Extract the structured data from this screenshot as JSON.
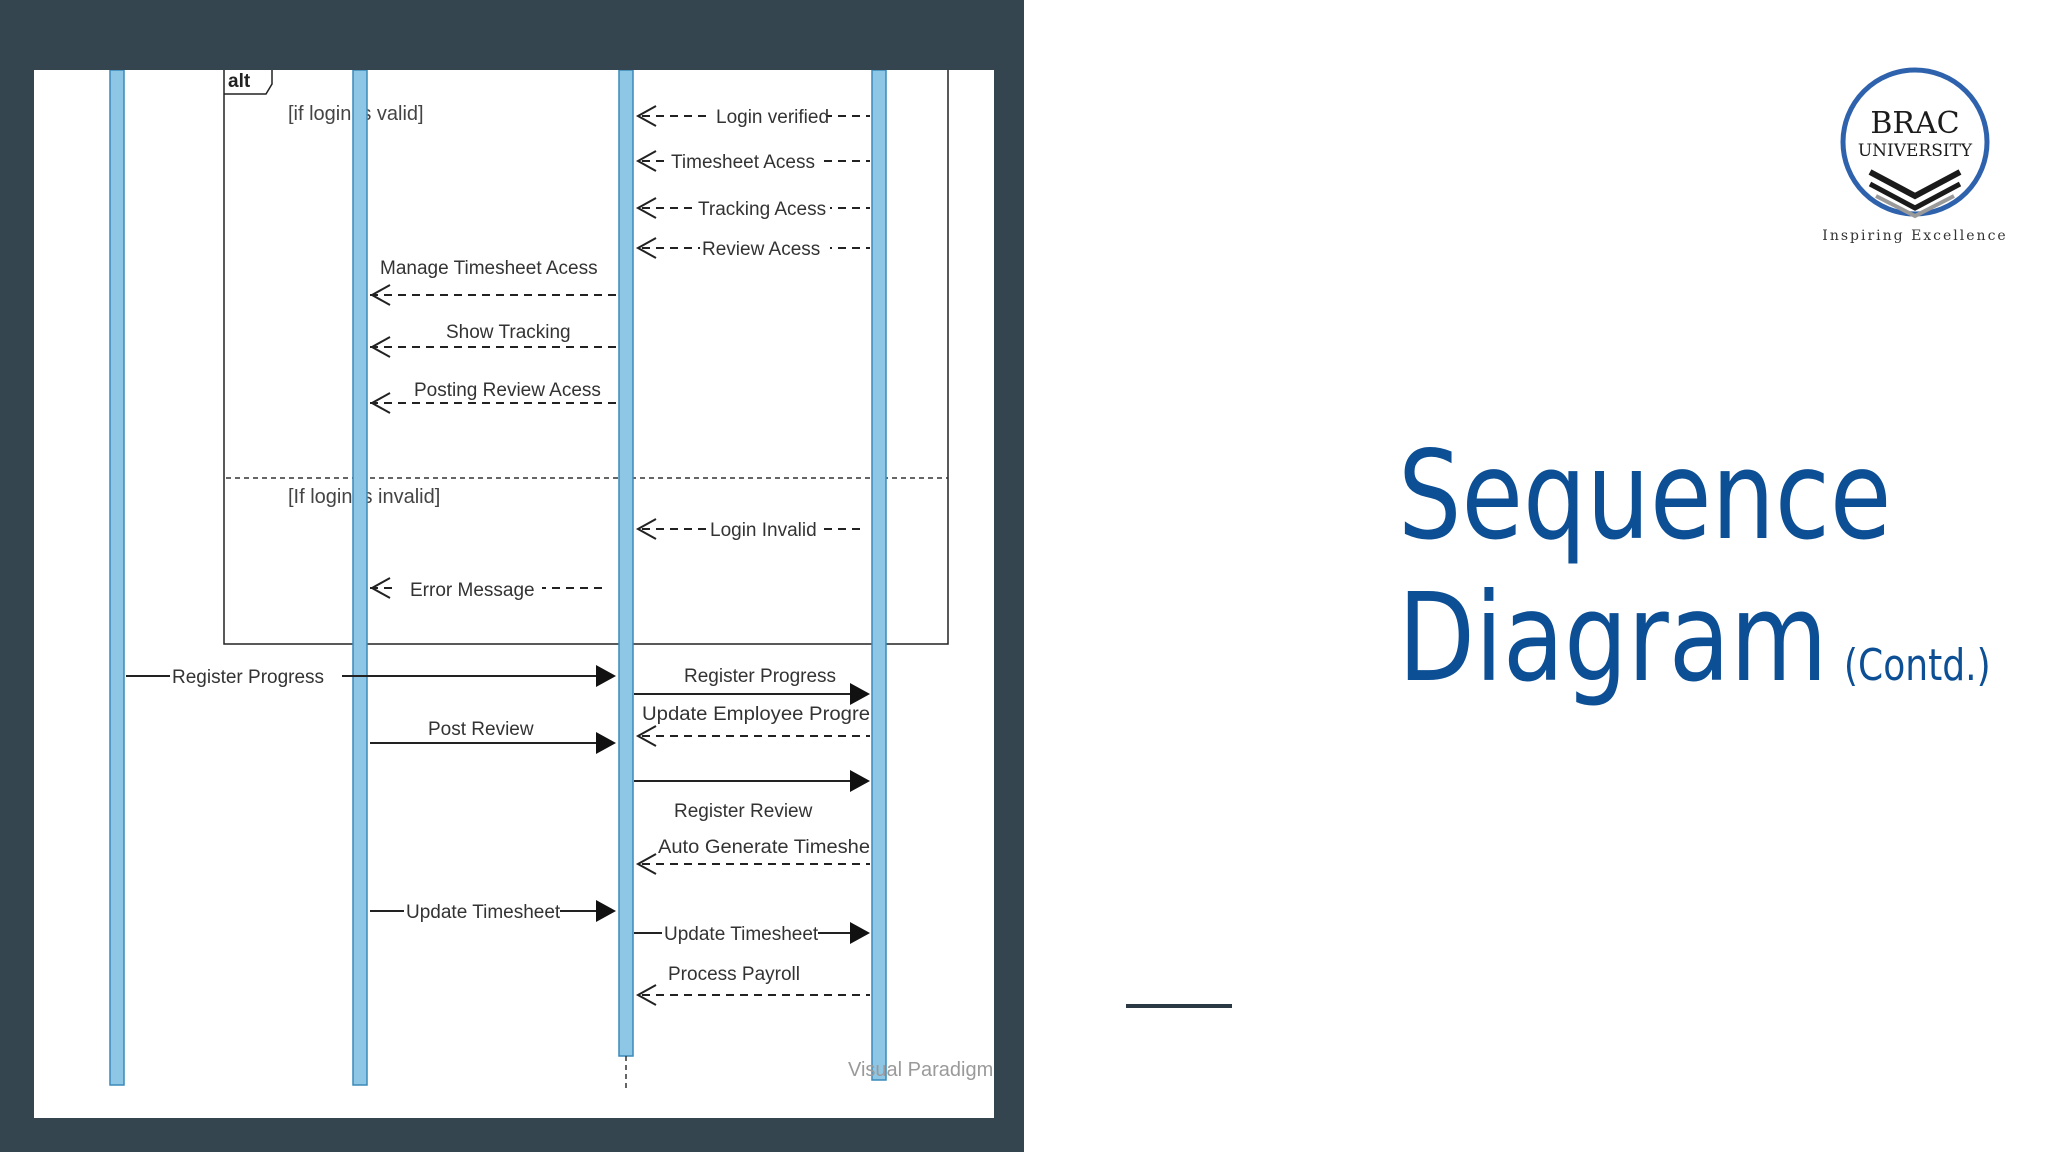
{
  "slide": {
    "title_line1": "Sequence",
    "title_line2": "Diagram",
    "title_suffix": "(Contd.)",
    "title_color": "#0d4f95",
    "panel_color": "#35454f"
  },
  "logo": {
    "name_line1": "BRAC",
    "name_line2": "UNIVERSITY",
    "tagline": "Inspiring Excellence",
    "ring_color": "#2f62ad"
  },
  "diagram": {
    "fragment_label": "alt",
    "guard_valid": "[if login is valid]",
    "guard_invalid": "[If login is invalid]",
    "watermark": "Visual Paradigm",
    "messages": [
      "Login verified",
      "Timesheet Acess",
      "Tracking Acess",
      "Review Acess",
      "Manage Timesheet Acess",
      "Show Tracking",
      "Posting Review Acess",
      "Login Invalid",
      "Error Message",
      "Register Progress",
      "Register Progress",
      "Update Employee Progre",
      "Post Review",
      "Register Review",
      "Auto Generate Timeshe",
      "Update Timesheet",
      "Update Timesheet",
      "Process Payroll"
    ]
  }
}
